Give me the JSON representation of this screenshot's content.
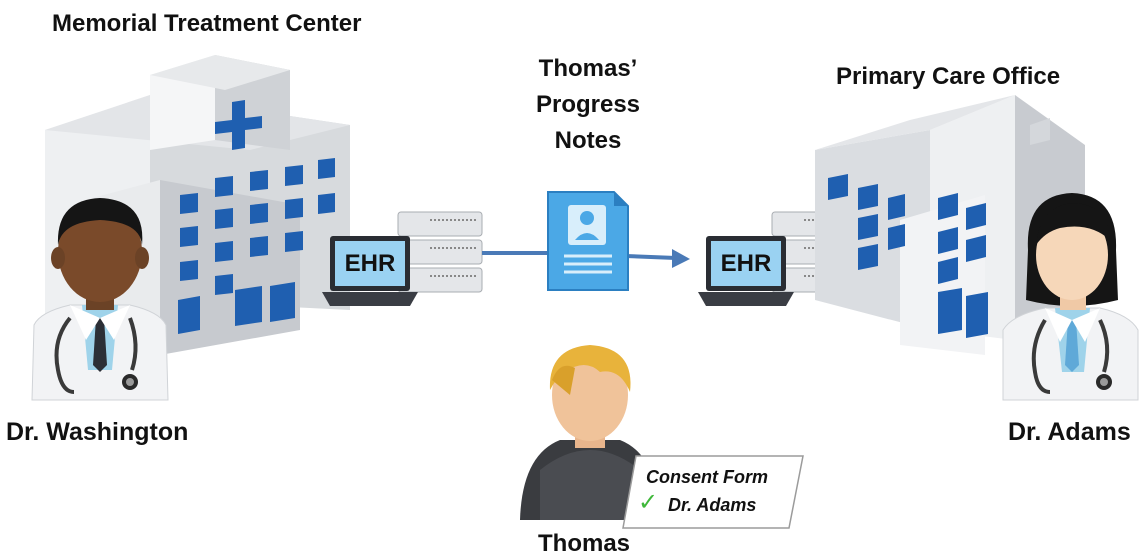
{
  "left_site": {
    "title": "Memorial Treatment Center",
    "doctor": "Dr. Washington",
    "ehr_label": "EHR"
  },
  "right_site": {
    "title": "Primary Care Office",
    "doctor": "Dr. Adams",
    "ehr_label": "EHR"
  },
  "document": {
    "title_line1": "Thomas’",
    "title_line2": "Progress",
    "title_line3": "Notes"
  },
  "patient": {
    "name": "Thomas",
    "consent_title": "Consent Form",
    "consent_entry": "Dr. Adams"
  },
  "colors": {
    "arrow": "#4a7ab7",
    "window_blue": "#1f5fb0",
    "building_light": "#eef0f2",
    "building_shade": "#c9ccd0",
    "check_green": "#3fb83a"
  }
}
